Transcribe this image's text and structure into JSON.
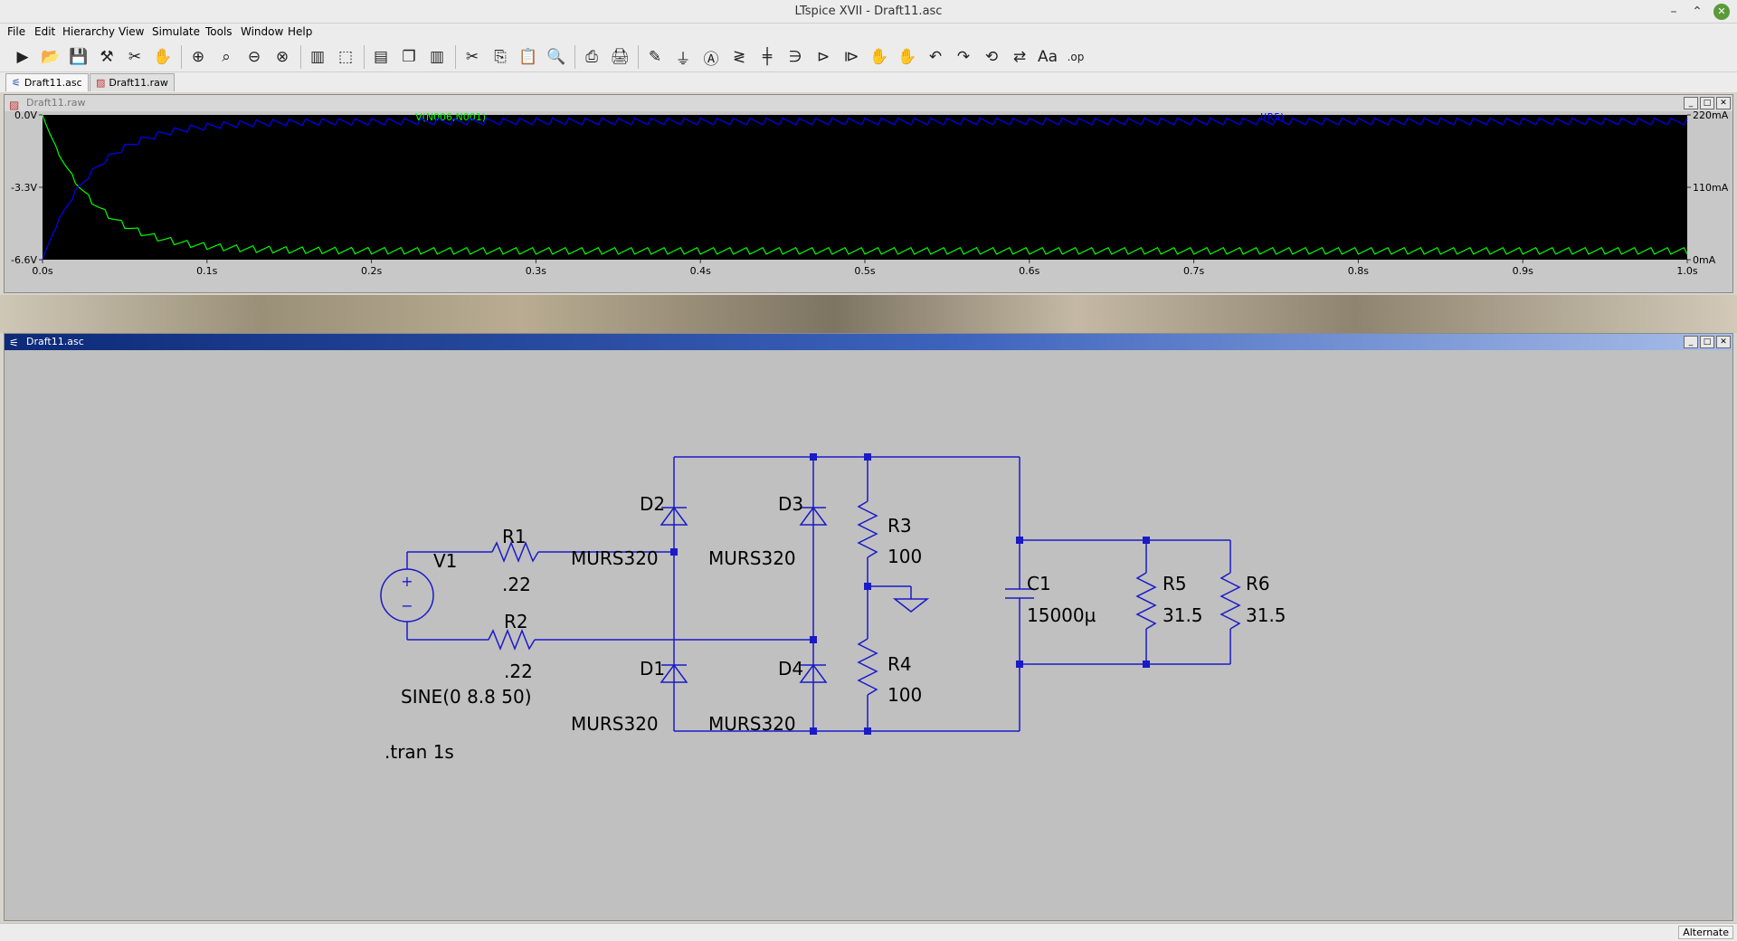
{
  "window": {
    "title": "LTspice XVII - Draft11.asc"
  },
  "menu": [
    "File",
    "Edit",
    "Hierarchy",
    "View",
    "Simulate",
    "Tools",
    "Window",
    "Help"
  ],
  "toolbar_icons": [
    "run-icon",
    "open-icon",
    "save-icon",
    "control-panel-icon",
    "probe-icon",
    "halt-icon",
    "zoom-in-icon",
    "pan-icon",
    "zoom-out-icon",
    "zoom-fit-icon",
    "autorange-icon",
    "zoom-area-icon",
    "tile-horizontal-icon",
    "cascade-icon",
    "tile-vertical-icon",
    "cut-icon",
    "copy-icon",
    "paste-icon",
    "find-icon",
    "print-icon",
    "print-preview-icon",
    "wire-icon",
    "ground-icon",
    "label-icon",
    "resistor-icon",
    "capacitor-icon",
    "inductor-icon",
    "diode-icon",
    "component-icon",
    "move-icon",
    "drag-icon",
    "undo-icon",
    "redo-icon",
    "rotate-icon",
    "mirror-icon",
    "text-icon",
    "spice-directive-icon"
  ],
  "toolbar_glyphs": [
    "▶",
    "📂",
    "💾",
    "⚒",
    "✂",
    "✋",
    "⊕",
    "⌕",
    "⊖",
    "⊗",
    "▥",
    "⬚",
    "▤",
    "❐",
    "▥",
    "✂",
    "⎘",
    "📋",
    "🔍",
    "⎙",
    "🖨",
    "✎",
    "⏚",
    "Ⓐ",
    "≷",
    "╪",
    "∋",
    "⊳",
    "⧐",
    "✋",
    "✋",
    "↶",
    "↷",
    "⟲",
    "⇄",
    "Aa",
    ".op"
  ],
  "tabs": [
    {
      "label": "Draft11.asc",
      "icon": "schematic-icon"
    },
    {
      "label": "Draft11.raw",
      "icon": "waveform-icon"
    }
  ],
  "plot_window": {
    "title": "Draft11.raw",
    "trace1_label": "V(N006,N001)",
    "trace2_label": "I(R5)",
    "trace1_color": "#00ff00",
    "trace2_color": "#0000ff"
  },
  "chart_data": {
    "type": "line",
    "x_ticks": [
      "0.0s",
      "0.1s",
      "0.2s",
      "0.3s",
      "0.4s",
      "0.5s",
      "0.6s",
      "0.7s",
      "0.8s",
      "0.9s",
      "1.0s"
    ],
    "xlim": [
      0,
      1.0
    ],
    "y_left_ticks": [
      "0.0V",
      "-3.3V",
      "-6.6V"
    ],
    "y_left_lim": [
      -6.6,
      0
    ],
    "y_right_ticks": [
      "220mA",
      "110mA",
      "0mA"
    ],
    "y_right_lim": [
      0,
      220
    ],
    "series": [
      {
        "name": "V(N006,N001)",
        "axis": "left",
        "color": "#00ff00",
        "start": 0.0,
        "settle": -6.2,
        "tau": 0.03,
        "ripple": 0.15,
        "freq": 100
      },
      {
        "name": "I(R5)",
        "axis": "right",
        "color": "#0000ff",
        "start": 0.0,
        "settle": 210,
        "tau": 0.03,
        "ripple": 5,
        "freq": 100
      }
    ]
  },
  "schematic_window": {
    "title": "Draft11.asc"
  },
  "schematic": {
    "V1": {
      "name": "V1",
      "value": "SINE(0 8.8 50)"
    },
    "R1": {
      "name": "R1",
      "value": ".22"
    },
    "R2": {
      "name": "R2",
      "value": ".22"
    },
    "R3": {
      "name": "R3",
      "value": "100"
    },
    "R4": {
      "name": "R4",
      "value": "100"
    },
    "R5": {
      "name": "R5",
      "value": "31.5"
    },
    "R6": {
      "name": "R6",
      "value": "31.5"
    },
    "C1": {
      "name": "C1",
      "value": "15000µ"
    },
    "D1": {
      "name": "D1",
      "value": "MURS320"
    },
    "D2": {
      "name": "D2",
      "value": "MURS320"
    },
    "D3": {
      "name": "D3",
      "value": "MURS320"
    },
    "D4": {
      "name": "D4",
      "value": "MURS320"
    },
    "directive": ".tran 1s",
    "wire_color": "#1a1ac8",
    "background": "#c0c0c0"
  },
  "status": {
    "mode": "Alternate"
  }
}
